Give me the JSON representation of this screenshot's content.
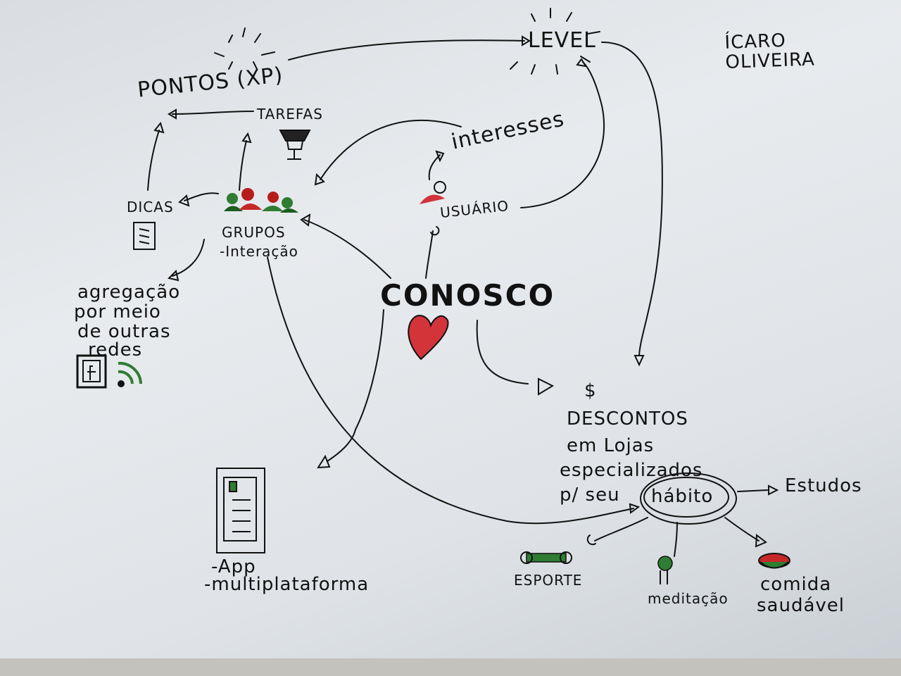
{
  "author": "ÍCARO OLIVEIRA",
  "nodes": {
    "pontos": "PONTOS (XP)",
    "level": "LEVEL",
    "tarefas": "TAREFAS",
    "interesses": "interesses",
    "usuario": "USUÁRIO",
    "dicas": "DICAS",
    "grupos": "GRUPOS",
    "grupos_sub": "-Interação",
    "agregacao": [
      "agregação",
      "por meio",
      "de outras",
      "redes"
    ],
    "center": "CONOSCO",
    "dollar": "$",
    "descontos": [
      "DESCONTOS",
      "em Lojas",
      "especializados",
      "p/ seu"
    ],
    "habito": "hábito",
    "estudos": "Estudos",
    "esporte": "ESPORTE",
    "meditacao": "meditação",
    "comida": [
      "comida",
      "saudável"
    ],
    "app": [
      "-App",
      "-multiplataforma"
    ]
  },
  "colors": {
    "ink": "#111111",
    "heart": "#d2343a",
    "accent_green": "#2e7d32"
  },
  "icons": [
    "sun-rays-icon",
    "trophy-icon",
    "people-group-icon",
    "user-icon",
    "document-icon",
    "facebook-icon",
    "rss-icon",
    "heart-icon",
    "phone-icon",
    "dumbbell-icon",
    "plant-icon",
    "food-bowl-icon"
  ]
}
